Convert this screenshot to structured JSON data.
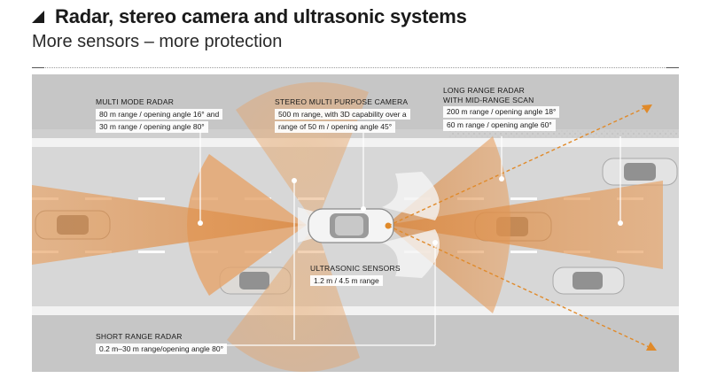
{
  "header": {
    "title": "Radar, stereo camera and ultrasonic systems",
    "subtitle": "More sensors – more protection"
  },
  "labels": {
    "multi_mode_radar": {
      "head": "MULTI MODE RADAR",
      "lines": [
        "80 m range / opening angle 16° and",
        "30 m range / opening angle 80°"
      ]
    },
    "stereo_camera": {
      "head": "STEREO MULTI PURPOSE CAMERA",
      "lines": [
        "500 m range, with 3D capability over a",
        "range of 50 m / opening angle 45°"
      ]
    },
    "long_range_radar": {
      "head_1": "LONG RANGE RADAR",
      "head_2": "WITH MID-RANGE SCAN",
      "lines": [
        "200 m range / opening angle 18°",
        "60 m range / opening angle 60°"
      ]
    },
    "ultrasonic": {
      "head": "ULTRASONIC SENSORS",
      "lines": [
        "1.2 m / 4.5 m range"
      ]
    },
    "short_range_radar": {
      "head": "SHORT RANGE RADAR",
      "lines": [
        "0.2 m–30 m range/opening angle 80°"
      ]
    }
  },
  "colors": {
    "beam": "#e8a060",
    "beam_dark": "#c87a3a",
    "road": "#d2d2d2",
    "lane_white": "#f4f4f4",
    "shoulder": "#bdbdbd",
    "arrow": "#e08a2a"
  }
}
